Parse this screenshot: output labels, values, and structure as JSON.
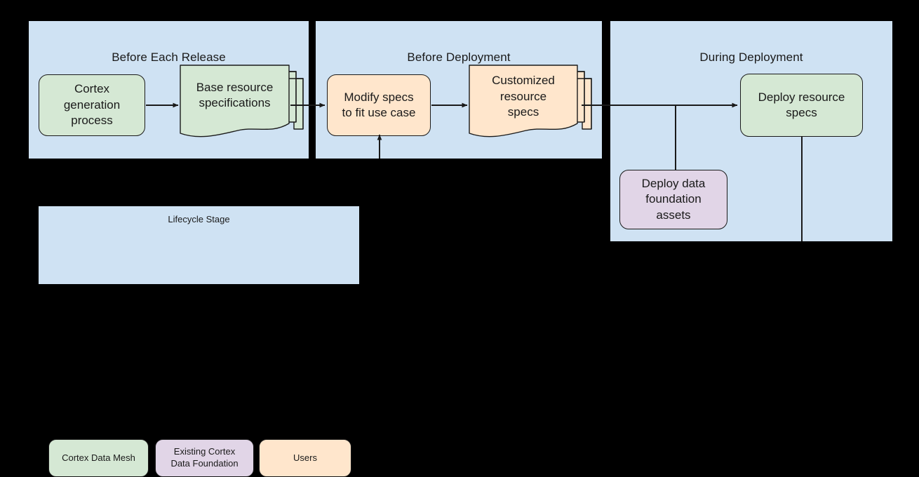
{
  "diagram": {
    "background_color": "#000000",
    "panel_color": "#cfe2f3",
    "stroke_color": "#1a1a1a",
    "colors": {
      "cortex_data_mesh": "#d5e8d4",
      "existing_cortex_data_foundation": "#e1d5e7",
      "users": "#ffe6cc"
    }
  },
  "panels": [
    {
      "id": "before-each-release",
      "title": "Before Each Release"
    },
    {
      "id": "before-deployment",
      "title": "Before Deployment"
    },
    {
      "id": "during-deployment",
      "title": "During Deployment"
    }
  ],
  "nodes": {
    "cortex_generation_process": "Cortex\ngeneration\nprocess",
    "base_resource_specifications": "Base resource\nspecifications",
    "modify_specs": "Modify specs\nto fit use case",
    "customized_resource_specs": "Customized\nresource\nspecs",
    "deploy_data_foundation_assets": "Deploy data\nfoundation\nassets",
    "deploy_resource_specs": "Deploy resource\nspecs"
  },
  "legend": {
    "title": "Lifecycle Stage",
    "items": [
      {
        "label": "Cortex Data Mesh",
        "color": "#d5e8d4"
      },
      {
        "label": "Existing Cortex\nData Foundation",
        "color": "#e1d5e7"
      },
      {
        "label": "Users",
        "color": "#ffe6cc"
      }
    ]
  }
}
